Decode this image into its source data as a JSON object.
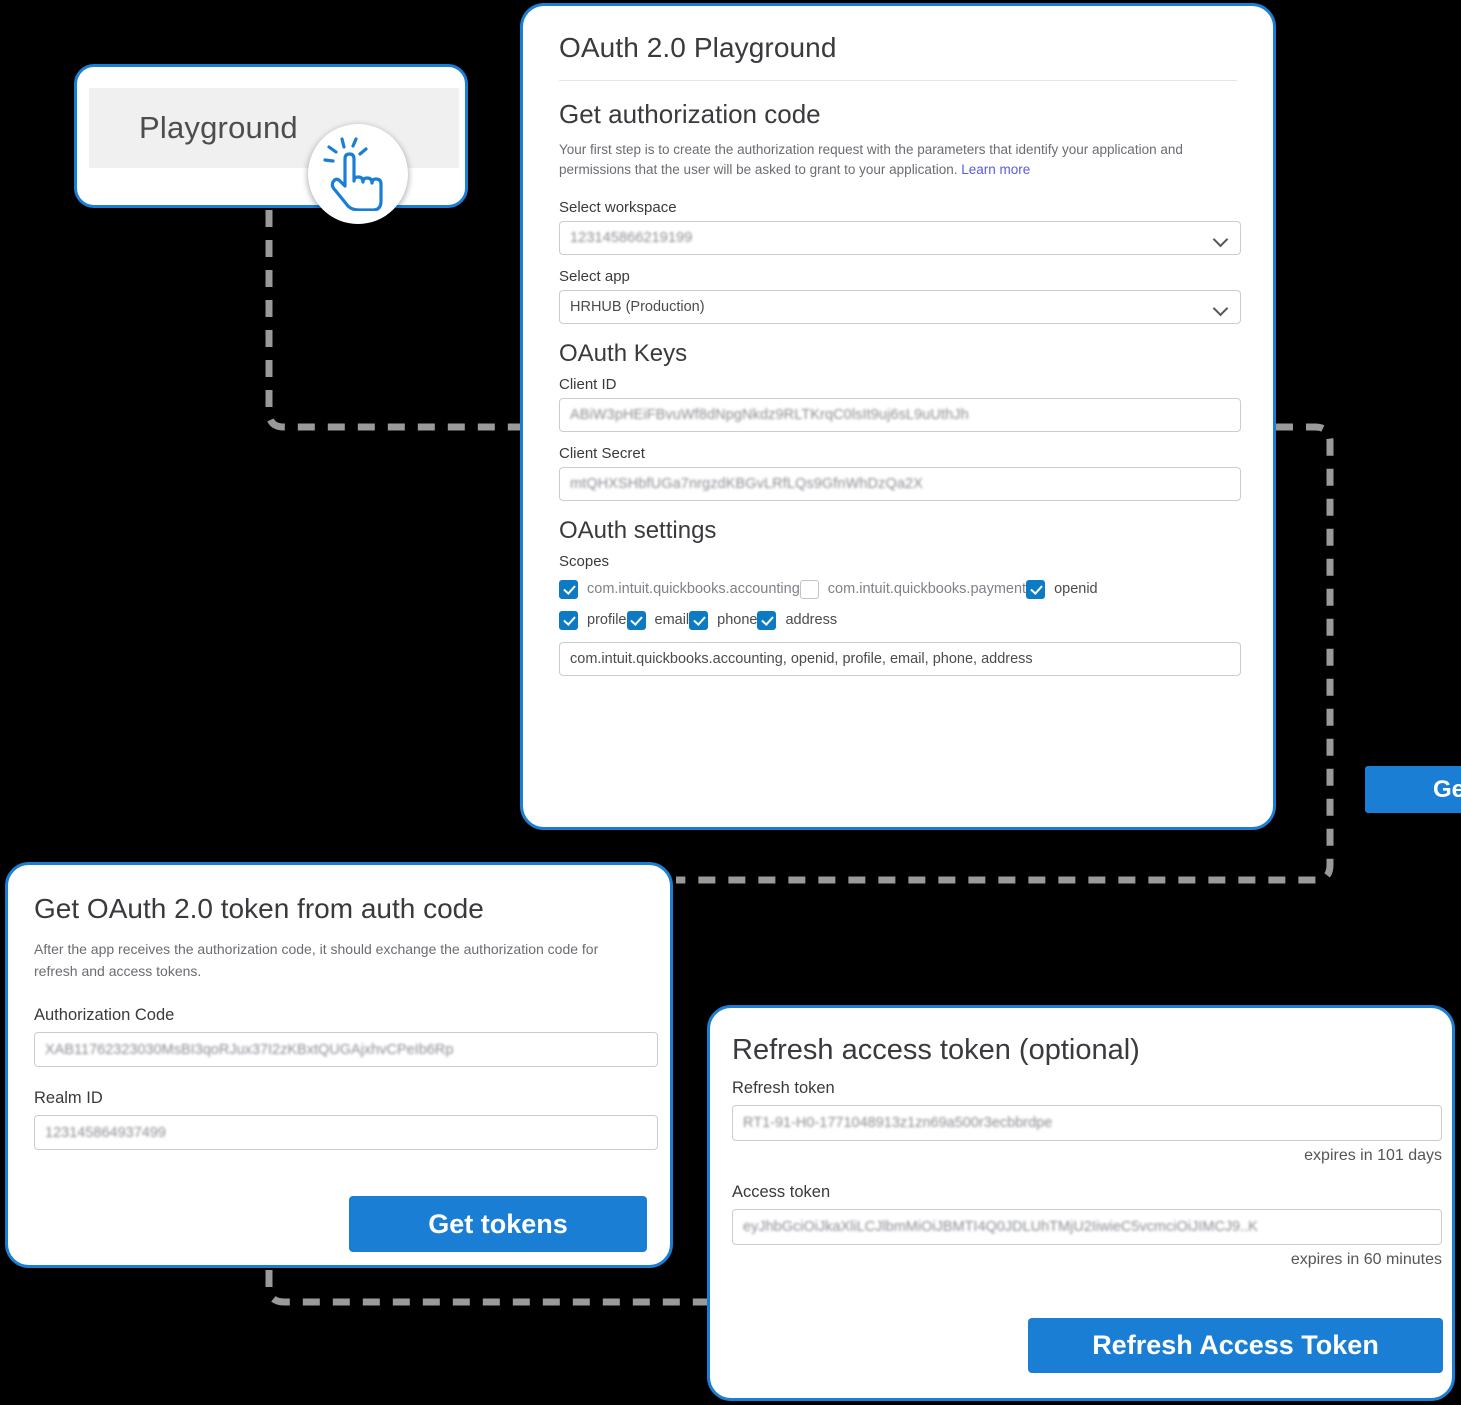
{
  "playground_button": {
    "label": "Playground",
    "cursor_icon": "pointing-hand-click-icon"
  },
  "main_card": {
    "title": "OAuth 2.0 Playground",
    "section_title": "Get authorization code",
    "description": "Your first step is to create the authorization request with the parameters that identify your application and permissions that the user will be asked to grant to your application.",
    "learn_more_label": "Learn more",
    "workspace": {
      "label": "Select workspace",
      "value": "123145866219199",
      "chevron_icon": "chevron-down-icon"
    },
    "app": {
      "label": "Select app",
      "value": "HRHUB (Production)",
      "chevron_icon": "chevron-down-icon"
    },
    "oauth_keys": {
      "heading": "OAuth Keys",
      "client_id": {
        "label": "Client ID",
        "value": "ABiW3pHEiFBvuWf8dNpgNkdz9RLTKrqC0lsIt9uj6sL9uUthJh"
      },
      "client_secret": {
        "label": "Client Secret",
        "value": "mtQHXSHbfUGa7nrgzdKBGvLRfLQs9GfnWhDzQa2X"
      }
    },
    "oauth_settings": {
      "heading": "OAuth settings",
      "scopes_label": "Scopes",
      "scopes_row1": [
        {
          "label": "com.intuit.quickbooks.accounting",
          "checked": true
        },
        {
          "label": "com.intuit.quickbooks.payment",
          "checked": false
        },
        {
          "label": "openid",
          "checked": true
        }
      ],
      "scopes_row2": [
        {
          "label": "profile",
          "checked": true
        },
        {
          "label": "email",
          "checked": true
        },
        {
          "label": "phone",
          "checked": true
        },
        {
          "label": "address",
          "checked": true
        }
      ],
      "scopes_value": "com.intuit.quickbooks.accounting, openid, profile, email, phone, address"
    },
    "primary_button": "Get authorization code"
  },
  "token_card": {
    "title": "Get OAuth 2.0 token from auth code",
    "description": "After the app receives the authorization code, it should exchange the authorization code for refresh and access tokens.",
    "auth_code": {
      "label": "Authorization Code",
      "value": "XAB11762323030MsBI3qoRJux37I2zKBxtQUGAjxhvCPeIb6Rp"
    },
    "realm_id": {
      "label": "Realm ID",
      "value": "123145864937499"
    },
    "primary_button": "Get tokens"
  },
  "refresh_card": {
    "title": "Refresh access token (optional)",
    "refresh_token": {
      "label": "Refresh token",
      "value": "RT1-91-H0-1771048913z1zn69a500r3ecbbrdpe",
      "expires": "expires in 101 days"
    },
    "access_token": {
      "label": "Access token",
      "value": "eyJhbGciOiJkaXliLCJlbmMiOiJBMTI4Q0JDLUhTMjU2IiwieC5vcmciOiJIMCJ9..K",
      "expires": "expires in 60 minutes"
    },
    "primary_button": "Refresh Access Token"
  },
  "colors": {
    "accent_blue": "#1a7fd4",
    "checkbox_blue": "#0d7bc4",
    "link_purple": "#5a5ae0",
    "background": "#000000",
    "connector_gray": "#9a9a9a"
  }
}
